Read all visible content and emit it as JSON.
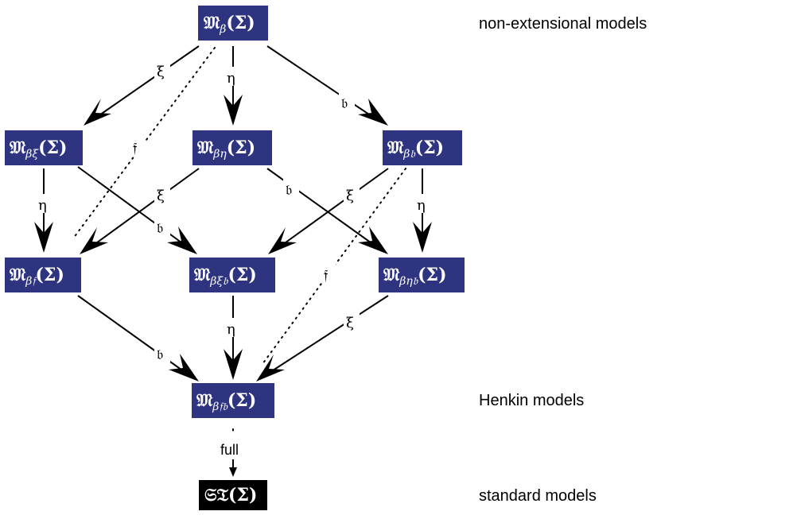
{
  "nodes": {
    "m_beta": {
      "base": "𝔐",
      "sub": "β",
      "tail": "(Σ)"
    },
    "m_beta_xi": {
      "base": "𝔐",
      "sub": "βξ",
      "tail": "(Σ)"
    },
    "m_beta_eta": {
      "base": "𝔐",
      "sub": "βη",
      "tail": "(Σ)"
    },
    "m_beta_b": {
      "base": "𝔐",
      "sub": "β𝔟",
      "tail": "(Σ)"
    },
    "m_beta_f": {
      "base": "𝔐",
      "sub": "β𝔣",
      "tail": "(Σ)"
    },
    "m_beta_xi_b": {
      "base": "𝔐",
      "sub": "βξ𝔟",
      "tail": "(Σ)"
    },
    "m_beta_eta_b": {
      "base": "𝔐",
      "sub": "βη𝔟",
      "tail": "(Σ)"
    },
    "m_beta_f_b": {
      "base": "𝔐",
      "sub": "β𝔣𝔟",
      "tail": "(Σ)"
    },
    "st": {
      "base": "𝔖𝔗",
      "sub": "",
      "tail": "(Σ)"
    }
  },
  "edge_labels": {
    "xi": "ξ",
    "eta": "η",
    "b": "𝔟",
    "f": "𝔣",
    "full": "full"
  },
  "side_labels": {
    "non_extensional": "non-extensional models",
    "henkin": "Henkin models",
    "standard": "standard models"
  },
  "colors": {
    "node_fill": "#2e3480",
    "standard_fill": "#000000",
    "text": "#ffffff"
  }
}
